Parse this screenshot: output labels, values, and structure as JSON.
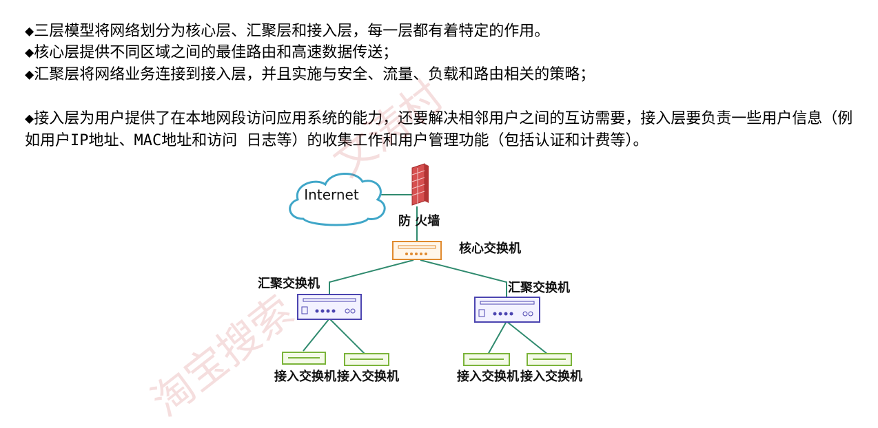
{
  "text": {
    "bullet": "◆",
    "line1": "三层模型将网络划分为核心层、汇聚层和接入层，每一层都有着特定的作用。",
    "line2": "核心层提供不同区域之间的最佳路由和高速数据传送；",
    "line3": "汇聚层将网络业务连接到接入层，并且实施与安全、流量、负载和路由相关的策略；",
    "para4": "接入层为用户提供了在本地网段访问应用系统的能力，还要解决相邻用户之间的互访需要，接入层要负责一些用户信息（例如用户IP地址、MAC地址和访问 日志等）的收集工作和用户管理功能（包括认证和计费等）。"
  },
  "diagram": {
    "cloud_label": "Internet",
    "firewall_label": "防 火墙",
    "core_label": "核心交换机",
    "agg_left_label": "汇聚交换机",
    "agg_right_label": "汇聚交换机",
    "access_labels": [
      "接入交换机",
      "接入交换机",
      "接入交换机",
      "接入交换机"
    ]
  },
  "watermarks": [
    "淘宝搜索",
    "文涛村"
  ],
  "colors": {
    "link": "#2f8a6e",
    "cloud": "#3fa6c8",
    "firewall": "#c43a3a",
    "core": "#e08a2e",
    "aggregation": "#4b44b0",
    "access": "#7bb43a"
  }
}
